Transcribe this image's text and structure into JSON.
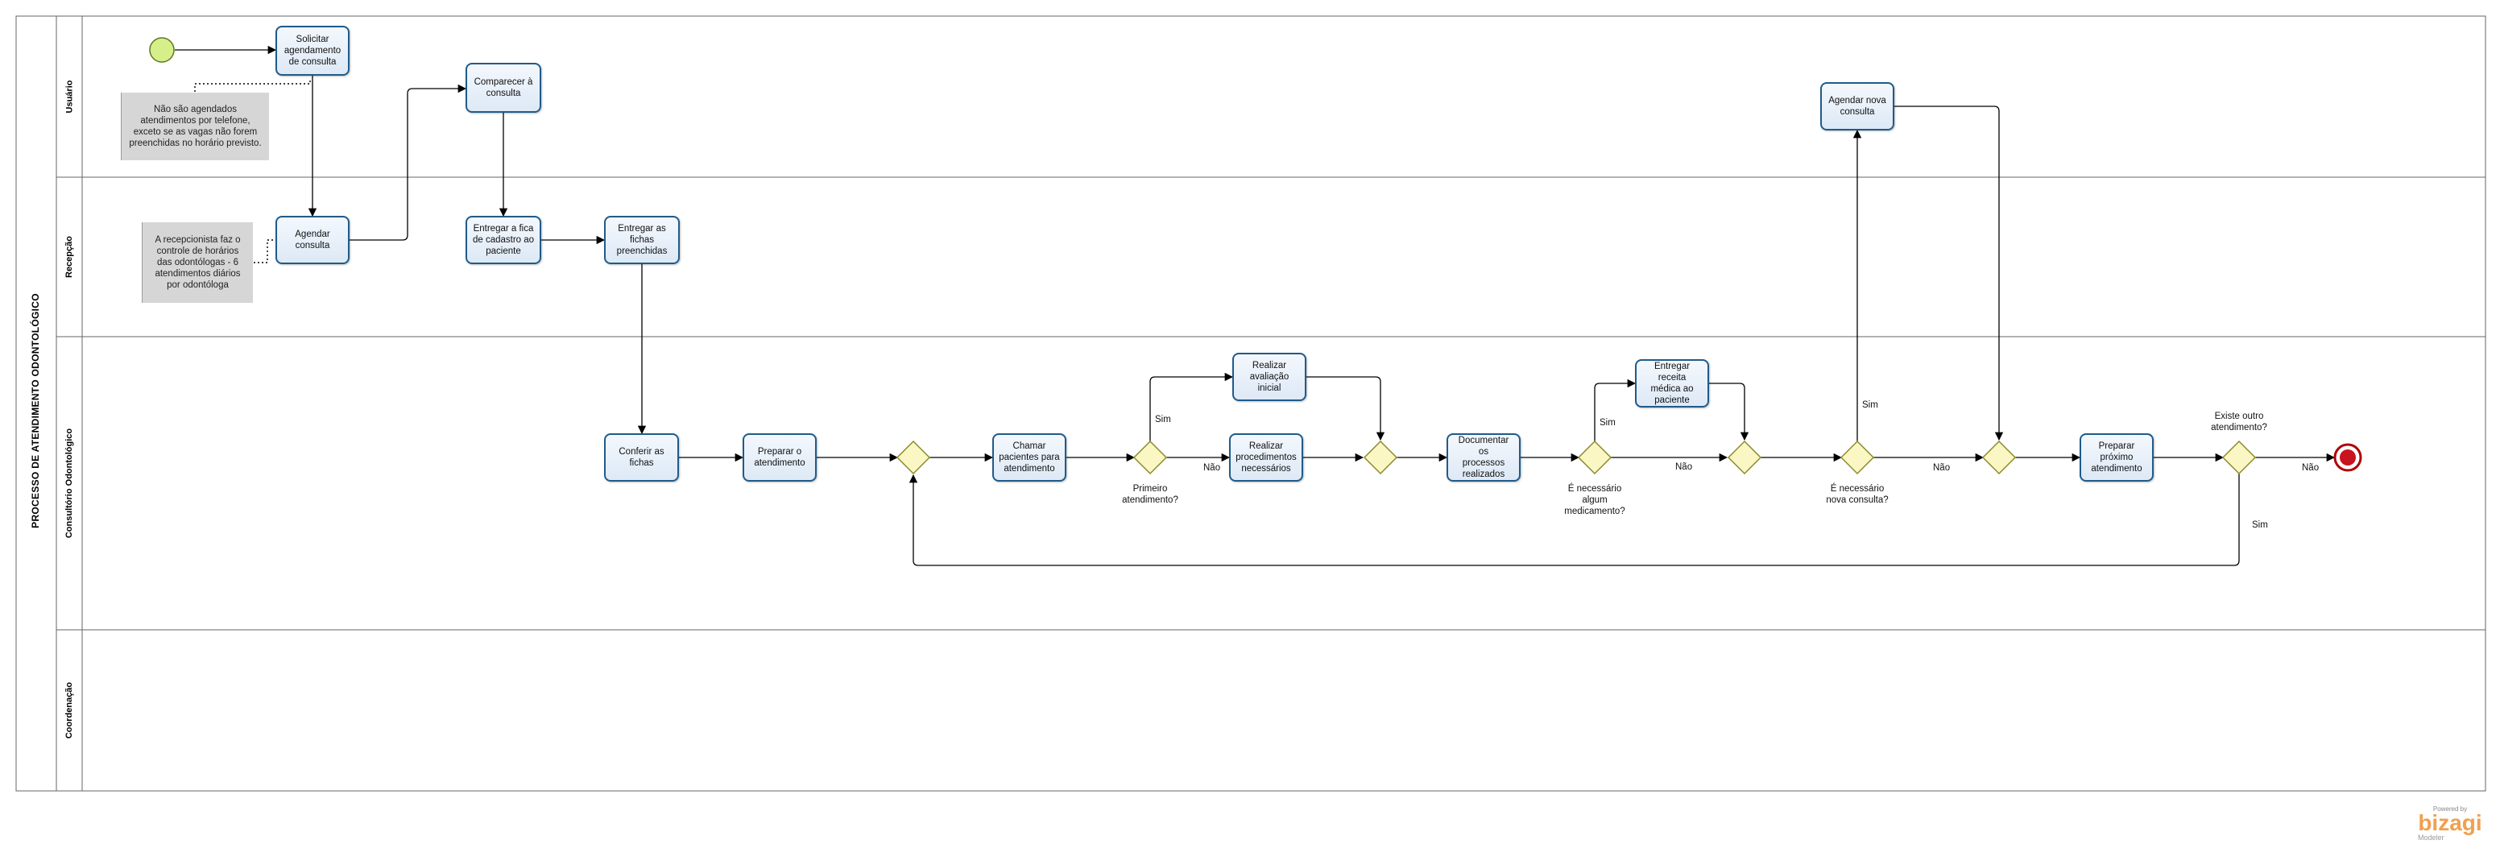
{
  "pool": {
    "title": "PROCESSO DE ATENDIMENTO ODONTOLÓGICO"
  },
  "lanes": {
    "usuario": "Usuário",
    "recepcao": "Recepção",
    "consultorio": "Consultório Odontológico",
    "coordenacao": "Coordenação"
  },
  "tasks": {
    "solicitar": [
      "Solicitar",
      "agendamento",
      "de consulta"
    ],
    "comparecer": [
      "Comparecer à",
      "consulta"
    ],
    "agendar_nova": [
      "Agendar nova",
      "consulta"
    ],
    "agendar": [
      "Agendar",
      "consulta"
    ],
    "entregar_ficha": [
      "Entregar a fica",
      "de cadastro ao",
      "paciente"
    ],
    "entregar_fichas": [
      "Entregar as",
      "fichas",
      "preenchidas"
    ],
    "conferir": [
      "Conferir as",
      "fichas"
    ],
    "preparar": [
      "Preparar o",
      "atendimento"
    ],
    "chamar": [
      "Chamar",
      "pacientes para",
      "atendimento"
    ],
    "avaliacao": [
      "Realizar",
      "avaliação inicial"
    ],
    "procedimentos": [
      "Realizar",
      "procedimentos",
      "necessários"
    ],
    "documentar": [
      "Documentar os",
      "processos",
      "realizados"
    ],
    "receita": [
      "Entregar receita",
      "médica ao",
      "paciente"
    ],
    "preparar_proximo": [
      "Preparar",
      "próximo",
      "atendimento"
    ]
  },
  "notes": {
    "telefone": [
      "Não são agendados",
      "atendimentos por telefone,",
      "exceto se as vagas não forem",
      "preenchidas no horário previsto."
    ],
    "recepcionista": [
      "A recepcionista faz o",
      "controle de horários",
      "das odontólogas - 6",
      "atendimentos diários",
      "por odontóloga"
    ]
  },
  "gateways": {
    "primeiro": [
      "Primeiro",
      "atendimento?"
    ],
    "medicamento": [
      "É necessário",
      "algum",
      "medicamento?"
    ],
    "nova_consulta": [
      "É necessário",
      "nova consulta?"
    ],
    "outro": [
      "Existe outro",
      "atendimento?"
    ]
  },
  "flow_labels": {
    "sim": "Sim",
    "nao": "Não"
  },
  "logo": {
    "powered": "Powered by",
    "name": "bizagi",
    "suffix": "Modeler"
  },
  "colors": {
    "task_border": "#1f5b8a",
    "gateway_fill": "#fbf7c4",
    "gateway_stroke": "#8a8a2a",
    "start_fill": "#d6ef8a",
    "end_stroke": "#b00000",
    "note_fill": "#d6d6d6"
  }
}
